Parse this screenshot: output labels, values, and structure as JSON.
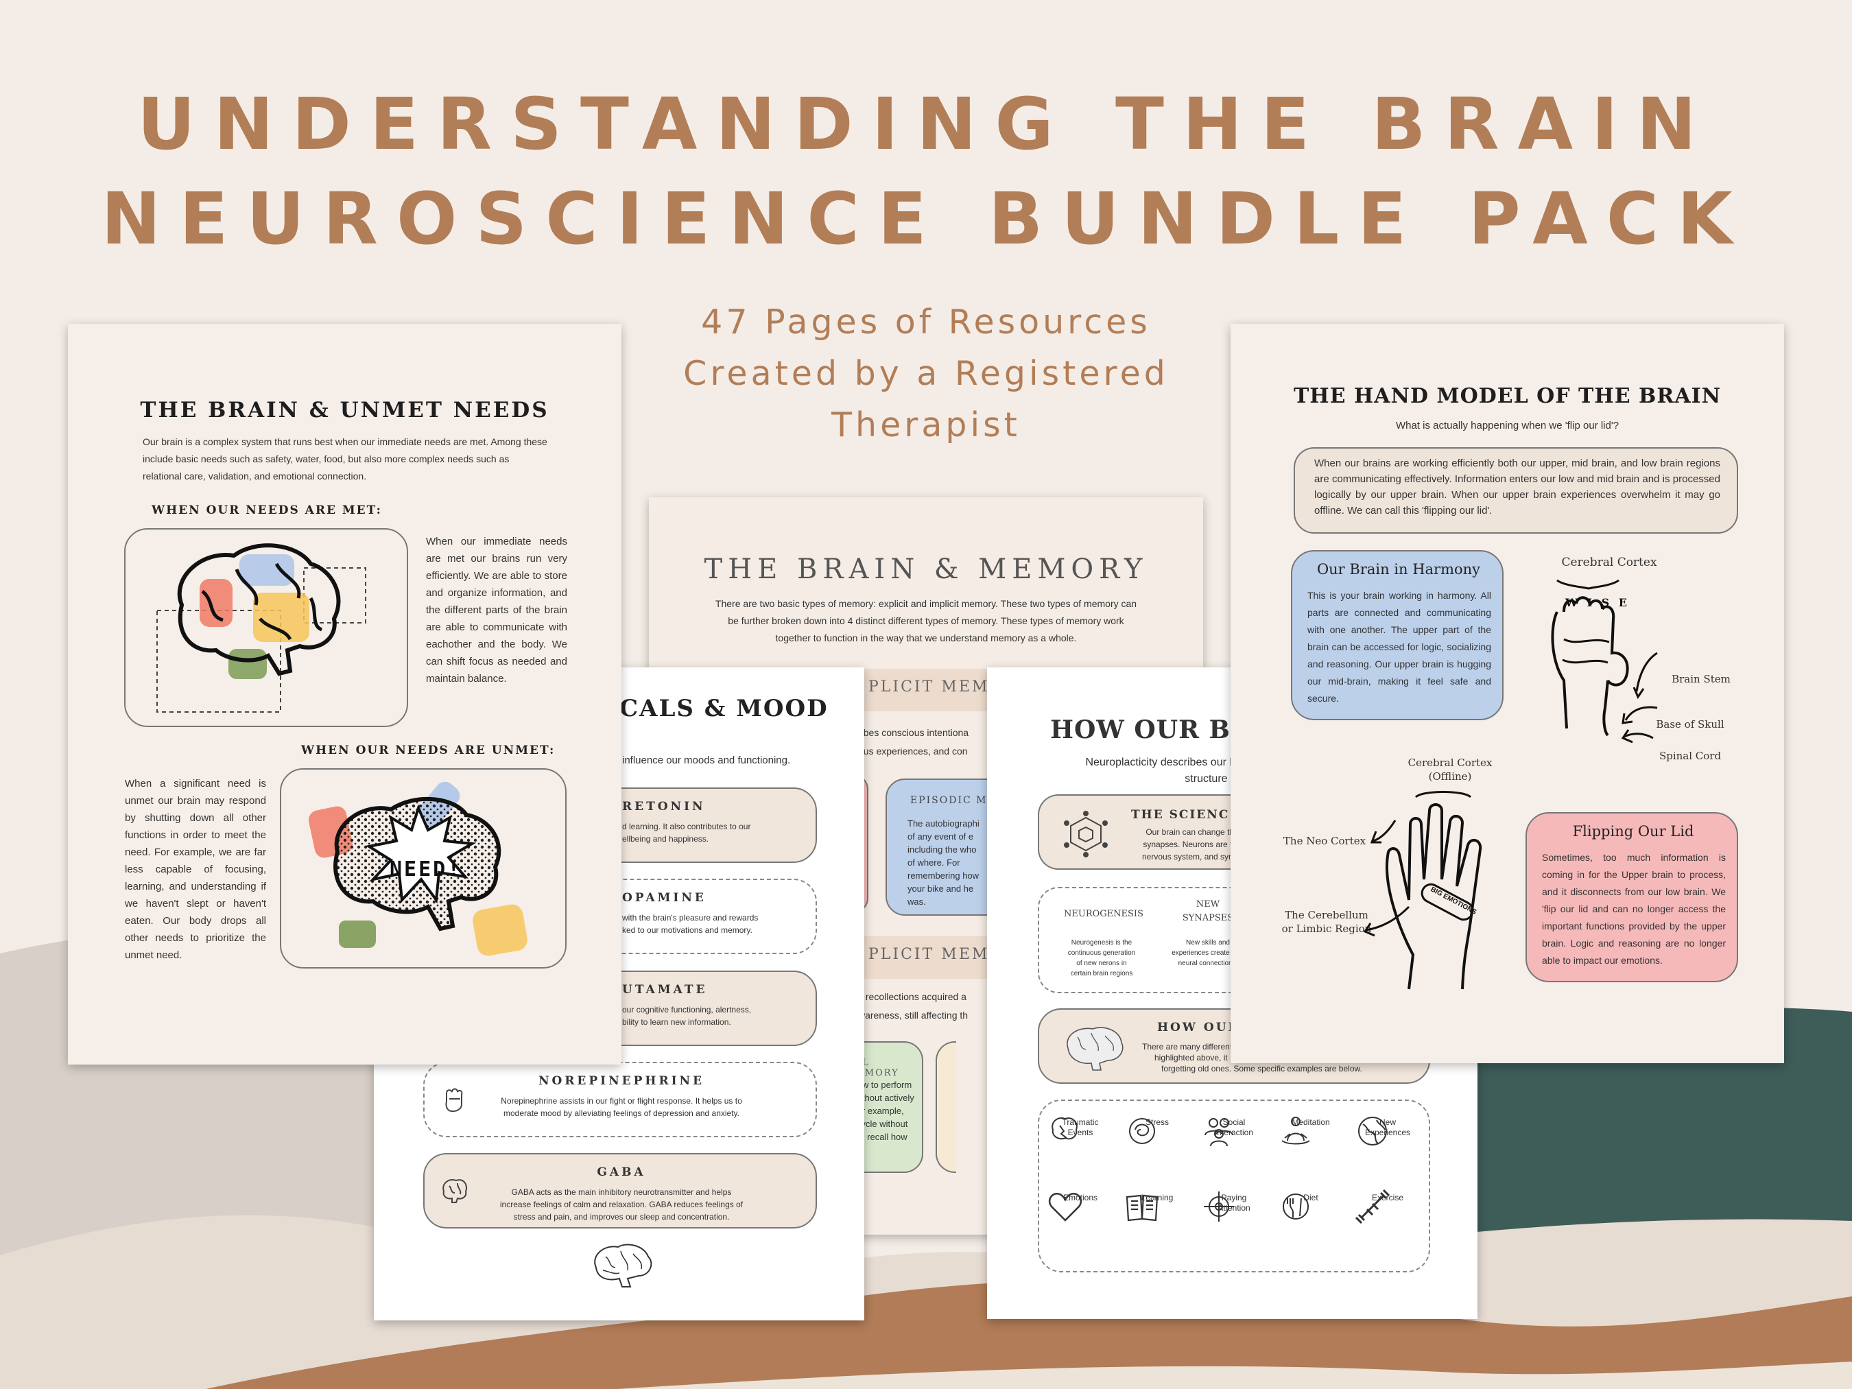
{
  "header": {
    "title_line1": "UNDERSTANDING THE BRAIN",
    "title_line2": "NEUROSCIENCE BUNDLE PACK",
    "subtitle": [
      "47 Pages of Resources",
      "Created by a Registered",
      "Therapist"
    ]
  },
  "colors": {
    "background": "#f4ede7",
    "accent_brown": "#b27e57",
    "wave_gray": "#d8d0c8",
    "wave_teal": "#3e5c58",
    "wave_brown": "#b17c57",
    "card_tan": "#f1e6dc",
    "card_blue": "#bcd0ea",
    "card_pink": "#f6b9b9",
    "card_green": "#d9e8cd"
  },
  "unmet_needs": {
    "title": "THE BRAIN & UNMET NEEDS",
    "intro": "Our brain is a complex system that runs best when our immediate needs are met. Among these include basic needs such as safety, water, food, but also more complex needs such as relational care, validation, and emotional connection.",
    "met_heading": "WHEN OUR NEEDS ARE MET:",
    "met_text": "When our immediate needs are met our brains run very efficiently. We are able to store and organize information, and the different parts of the brain are able to communicate with eachother and the body. We can shift focus as needed and maintain balance.",
    "unmet_heading": "WHEN OUR NEEDS ARE UNMET:",
    "unmet_text": "When a significant need is unmet our brain may respond by shutting down all other functions in order to meet the need. For example, we are far less capable of focusing, learning, and understanding if we haven't slept or haven't eaten. Our body drops all other needs to prioritize the unmet need.",
    "need_label": "NEED!"
  },
  "memory": {
    "title": "THE BRAIN & MEMORY",
    "intro": "There are two basic types of memory: explicit and implicit memory. These two types of memory can be further broken down into 4 distinct different types of memory. These types of memory work together to function in the way that we understand memory as a whole.",
    "explicit_heading": "PLICIT MEMO",
    "explicit_text": [
      "ribes conscious intentiona",
      "ous experiences, and con"
    ],
    "episodic_title": "EPISODIC M",
    "episodic_text": [
      "The autobiographi",
      "of any event of e",
      "including the who",
      "of where. For",
      "remembering how",
      "your bike and he",
      "was."
    ],
    "implicit_heading": "PLICIT MEMO",
    "implicit_text": [
      "s recollections acquired a",
      "wareness, still affecting th"
    ],
    "procedural_title": "RAL MEMORY",
    "procedural_text": [
      "of how to perform",
      "sk without actively",
      "it. For example,",
      "a bicycle without",
      "p and recall how"
    ]
  },
  "chemicals": {
    "title": "CALS & MOOD",
    "intro": "influence our moods and functioning.",
    "items": [
      {
        "name": "RETONIN",
        "text": [
          "d learning. It also contributes to our",
          "ellbeing and happiness."
        ]
      },
      {
        "name": "OPAMINE",
        "text": [
          "with the brain's pleasure and rewards",
          "ked to our motivations and memory."
        ]
      },
      {
        "name": "UTAMATE",
        "text": [
          "our cognitive functioning, alertness,",
          "bility to learn new information."
        ]
      },
      {
        "name": "NOREPINEPHRINE",
        "text": [
          "Norepinephrine assists in our fight or flight response. It helps us to",
          "moderate mood by alleviating feelings of depression and anxiety."
        ]
      },
      {
        "name": "GABA",
        "text": [
          "GABA acts as the main inhibitory neurotransmitter and helps",
          "increase feelings of calm and relaxation. GABA reduces feelings of",
          "stress and pain, and improves our sleep and concentration."
        ]
      }
    ]
  },
  "neuro": {
    "title": "HOW OUR BR",
    "intro": [
      "Neuroplacticity describes our bra",
      "structure and"
    ],
    "science_title": "THE SCIENC",
    "science_text": [
      "Our brain can change th",
      "synapses. Neurons are th",
      "nervous system, and syna"
    ],
    "neurogenesis_title": "NEUROGENESIS",
    "neurogenesis_text": [
      "Neurogenesis is the",
      "continuous generation",
      "of new nerons in",
      "certain brain regions"
    ],
    "synapses_title": [
      "NEW",
      "SYNAPSES"
    ],
    "synapses_text": [
      "New skills and",
      "experiences create new",
      "neural connections."
    ],
    "how_title": "HOW OUR",
    "how_text": [
      "There are many different",
      "highlighted above, it m",
      "forgetting old ones. Some specific examples are below."
    ],
    "factors": [
      "Traumatic Events",
      "Stress",
      "Social Interaction",
      "Meditation",
      "New Experiences",
      "Emotions",
      "Learning",
      "Paying Attention",
      "Diet",
      "Exercise"
    ]
  },
  "hand": {
    "title": "THE HAND MODEL OF THE BRAIN",
    "question": "What is actually happening when we 'flip our lid'?",
    "intro": "When our brains are working efficiently both our upper, mid brain, and low brain regions are communicating effectively. Information enters our low and mid brain and is processed logically by our upper brain. When our upper brain experiences overwhelm it may go offline. We can call this 'flipping our lid'.",
    "harmony_title": "Our Brain in Harmony",
    "harmony_text": "This is your brain working in harmony. All parts are connected and communicating with one another. The upper part of the brain can be accessed for logic, socializing and reasoning. Our upper brain is hugging our mid-brain, making it feel safe and secure.",
    "cortex_label": "Cerebral Cortex",
    "wise_label": "W I S E",
    "brain_stem": "Brain Stem",
    "base_skull": "Base of Skull",
    "spinal_cord": "Spinal Cord",
    "cortex_offline": [
      "Cerebral Cortex",
      "(Offline)"
    ],
    "neo_cortex": "The Neo Cortex",
    "cerebellum": [
      "The Cerebellum",
      "or Limbic Region"
    ],
    "big_emotions": "BIG EMOTIONS",
    "flip_title": "Flipping Our Lid",
    "flip_text": "Sometimes, too much information is coming in for the Upper brain to process, and it disconnects from our low brain. We 'flip our lid and can no longer access the important functions provided by the upper brain. Logic and reasoning are no longer able to impact our emotions."
  }
}
